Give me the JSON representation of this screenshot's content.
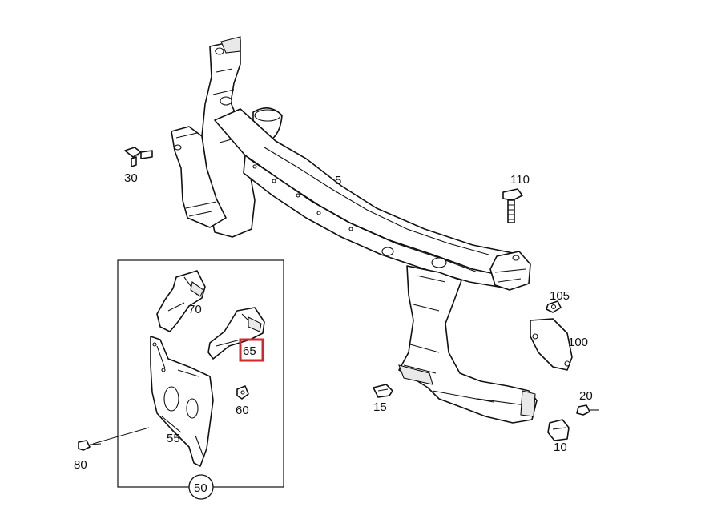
{
  "callouts": {
    "c5": "5",
    "c10": "10",
    "c15": "15",
    "c20": "20",
    "c30": "30",
    "c50": "50",
    "c55": "55",
    "c60": "60",
    "c65": "65",
    "c70": "70",
    "c80": "80",
    "c100": "100",
    "c105": "105",
    "c110": "110"
  },
  "highlight": {
    "callout": "65",
    "color": "#d9252a"
  }
}
